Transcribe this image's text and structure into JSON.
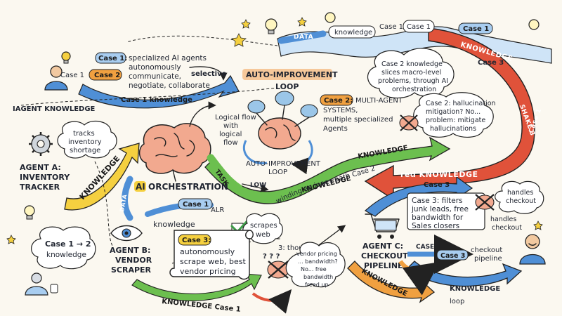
{
  "colors": {
    "ink": "#222222",
    "paper": "#fbf8f0",
    "blue": "#4f8fd6",
    "light_blue": "#a8cdf0",
    "red": "#e0523a",
    "orange": "#f0a040",
    "green": "#6cbf4f",
    "yellow": "#f5d040",
    "brain": "#f2a98f",
    "brain_blue": "#9bc6e8",
    "cloud": "#ffffff"
  },
  "icons": [
    "lightbulb-icon",
    "brain-icon",
    "gear-icon",
    "eye-icon",
    "cart-icon",
    "star-icon",
    "person-icon",
    "checkmark-icon",
    "cross-icon"
  ],
  "top_left": {
    "person_label": "Case 1",
    "arrow_label": "Case 2",
    "chip": "Case 1:",
    "desc_1": "specialized AI agents",
    "desc_2": "autonomously",
    "desc_3": "communicate,",
    "desc_4": "negotiate, collaborate",
    "selective": "selective",
    "banner": "Case 1 knowledge"
  },
  "top_band": {
    "data_label": "DATA",
    "knowledge": "knowledge",
    "case1_a": "Case 1",
    "case1_b": "Case 1",
    "right_case1": "Case 1",
    "knowledge_banner": "KNOWLEDGE",
    "case3": "Case 3"
  },
  "auto_title": "AUTO-IMPROVEMENT",
  "auto_title_2": "LOOP",
  "case2_right": {
    "chip": "Case 2:",
    "l1": "MULTI-AGENT",
    "l2": "SYSTEMS,",
    "l3": "multiple specialized",
    "l4": "Agents"
  },
  "cloud_case2": {
    "l1": "Case 2 knowledge",
    "l2": "slices macro-level",
    "l3": "problems, through AI",
    "l4": "orchestration"
  },
  "cloud_halluc": {
    "l1": "Case 2: hallucination",
    "l2": "mitigation? No...",
    "l3": "problem: mitigate",
    "l4": "hallucinations"
  },
  "shake": "SHAKE 3",
  "right_vertical": "Case 1",
  "agent_knowledge": "IAGENT KNOWLEDGE",
  "agent_a": {
    "cloud_1": "tracks",
    "cloud_2": "inventory",
    "cloud_3": "shortage",
    "title_1": "AGENT A:",
    "title_2": "INVENTORY",
    "title_3": "TRACKER",
    "knowledge_arrow": "KNOWLEDGE"
  },
  "logical": {
    "l1": "Logical flow",
    "l2": "with",
    "l3": "logical",
    "l4": "flow"
  },
  "auto_loop_label": {
    "l1": "AUTO-IMPROVEMENT",
    "l2": "LOOP"
  },
  "orchestration": {
    "ai": "AI",
    "rest": "ORCHESTRATION"
  },
  "task": "TASK",
  "low": "LOW",
  "data_vertical": "DATA",
  "knowledge_green": "KNOWLEDGE",
  "red_knowledge": "red KNOWLEDGE",
  "winding": "winding an inaes path Case 2",
  "agent_b": {
    "title_1": "AGENT B:",
    "title_2": "VENDOR",
    "title_3": "SCRAPER",
    "knowledge": "knowledge",
    "case1": "Case 1",
    "alr": "ALR",
    "scrapes_1": "scrapes",
    "scrapes_2": "web",
    "chip": "Case 3:",
    "scroll_1": "autonomously",
    "scroll_2": "scrape web, best",
    "scroll_3": "vendor pricing",
    "thought": "3: thought",
    "vendor_1": "vendor pricing",
    "vendor_2": "... bandwidth?",
    "vendor_3": "No... free",
    "vendor_4": "bandwidth",
    "vendor_5": "freed up",
    "bottom_banner": "KNOWLEDGE Case 1"
  },
  "bottom_left": {
    "chip": "Case 1 → 2",
    "sub": "knowledge"
  },
  "agent_c": {
    "title_1": "AGENT C:",
    "title_2": "CHECKOUT",
    "title_3": "PIPELINE",
    "chip": "Case 3",
    "box_1": "Case 3: filters",
    "box_2": "junk leads, free",
    "box_3": "bandwidth for",
    "box_4": "Sales closers",
    "handles_1": "handles",
    "handles_2": "checkout",
    "handles_b1": "handles",
    "handles_b2": "checkout",
    "case_small": "CASE",
    "case3_arrow": "Case 3",
    "pipeline_1": "checkout",
    "pipeline_2": "pipeline",
    "knowledge_orange": "KNOWLEDGE",
    "knowledge_blue": "KNOWLEDGE",
    "loop": "loop"
  }
}
